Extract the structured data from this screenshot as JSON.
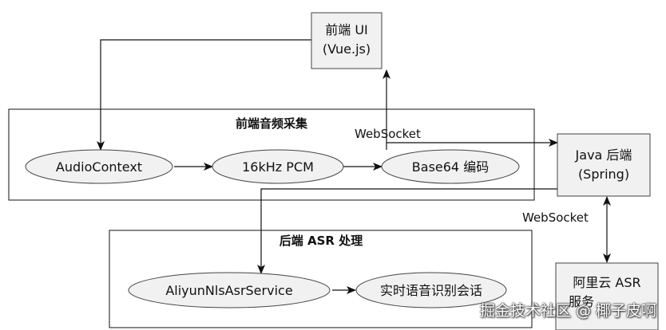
{
  "groups": {
    "frontend_capture": "前端音频采集",
    "backend_asr": "后端 ASR 处理"
  },
  "nodes": {
    "frontend_ui": [
      "前端 UI",
      "(Vue.js)"
    ],
    "java_backend": [
      "Java 后端",
      "(Spring)"
    ],
    "aliyun_asr": [
      "阿里云 ASR",
      "服务"
    ],
    "audio_context": "AudioContext",
    "pcm": "16kHz PCM",
    "base64": "Base64 编码",
    "asr_service": "AliyunNlsAsrService",
    "realtime_session": "实时语音识别会话"
  },
  "edges": {
    "websocket_front": "WebSocket",
    "websocket_back": "WebSocket"
  },
  "watermark": "掘金技术社区 @ 椰子皮啊"
}
